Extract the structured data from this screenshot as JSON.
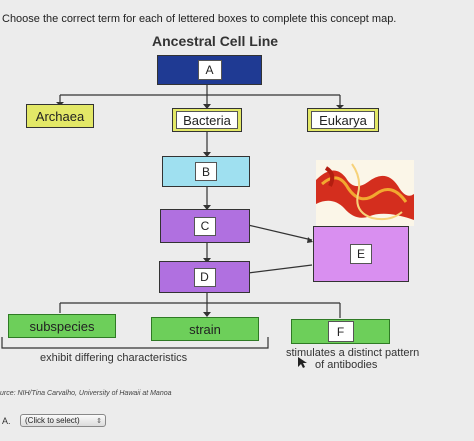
{
  "instruction": "Choose the correct term for each of lettered boxes to complete this concept map.",
  "map": {
    "title": "Ancestral Cell Line",
    "boxes": {
      "a": "A",
      "archaea": "Archaea",
      "bacteria": "Bacteria",
      "eukarya": "Eukarya",
      "b": "B",
      "c": "C",
      "d": "D",
      "e": "E",
      "subspecies": "subspecies",
      "strain": "strain",
      "f": "F"
    },
    "notes": {
      "differing": "exhibit differing characteristics",
      "stimulates_line1": "stimulates a distinct pattern",
      "stimulates_line2": "of antibodies"
    }
  },
  "source_credit": "urce: NIH/Tina Carvalho, University of Hawaii at Manoa",
  "question": {
    "label": "A.",
    "select_value": "(Click to select)"
  },
  "colors": {
    "navy": "#1f3a93",
    "archaea_yellow": "#e3e867",
    "cyan": "#9fe0f0",
    "purple": "#b070e0",
    "magenta": "#d98ff0",
    "green": "#6dcf5a"
  }
}
